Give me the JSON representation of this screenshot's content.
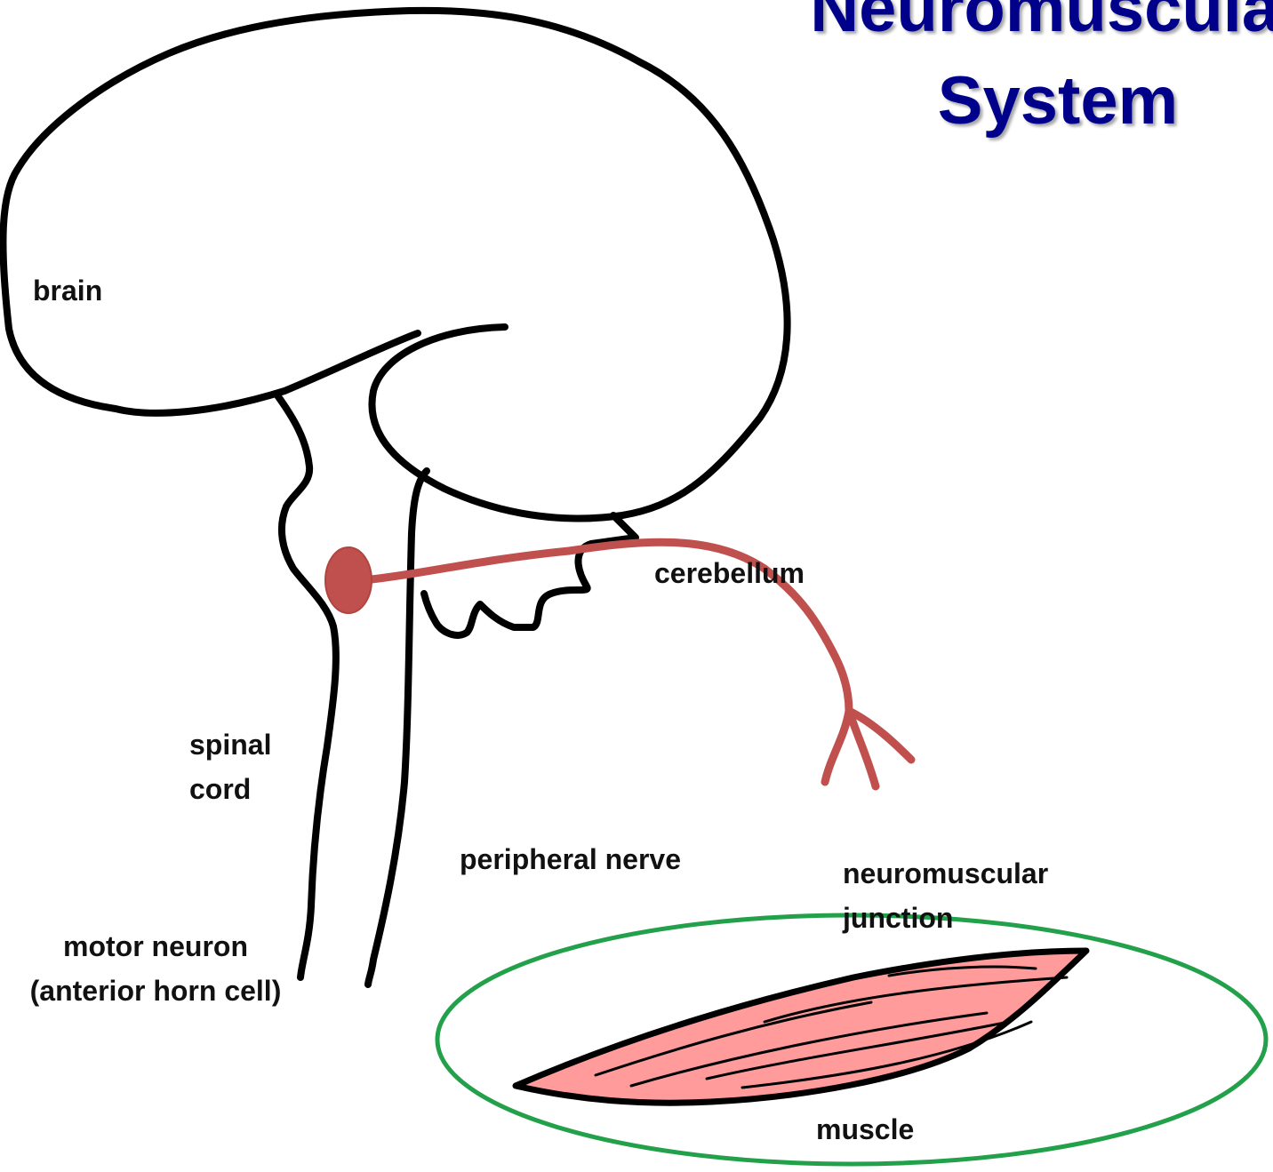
{
  "title": {
    "line1": "Neuromuscular",
    "line2": "System"
  },
  "labels": {
    "brain": "brain",
    "cerebellum": "cerebellum",
    "spinal_cord_1": "spinal",
    "spinal_cord_2": "cord",
    "peripheral_nerve": "peripheral nerve",
    "motor_neuron_1": "motor neuron",
    "motor_neuron_2": "(anterior horn cell)",
    "nmj_1": "neuromuscular",
    "nmj_2": "junction",
    "muscle": "muscle"
  },
  "colors": {
    "title": "#00008b",
    "outline": "#000000",
    "nerve": "#c0504d",
    "muscle_fill": "#ff9b9b",
    "highlight_ellipse": "#22a04a"
  }
}
